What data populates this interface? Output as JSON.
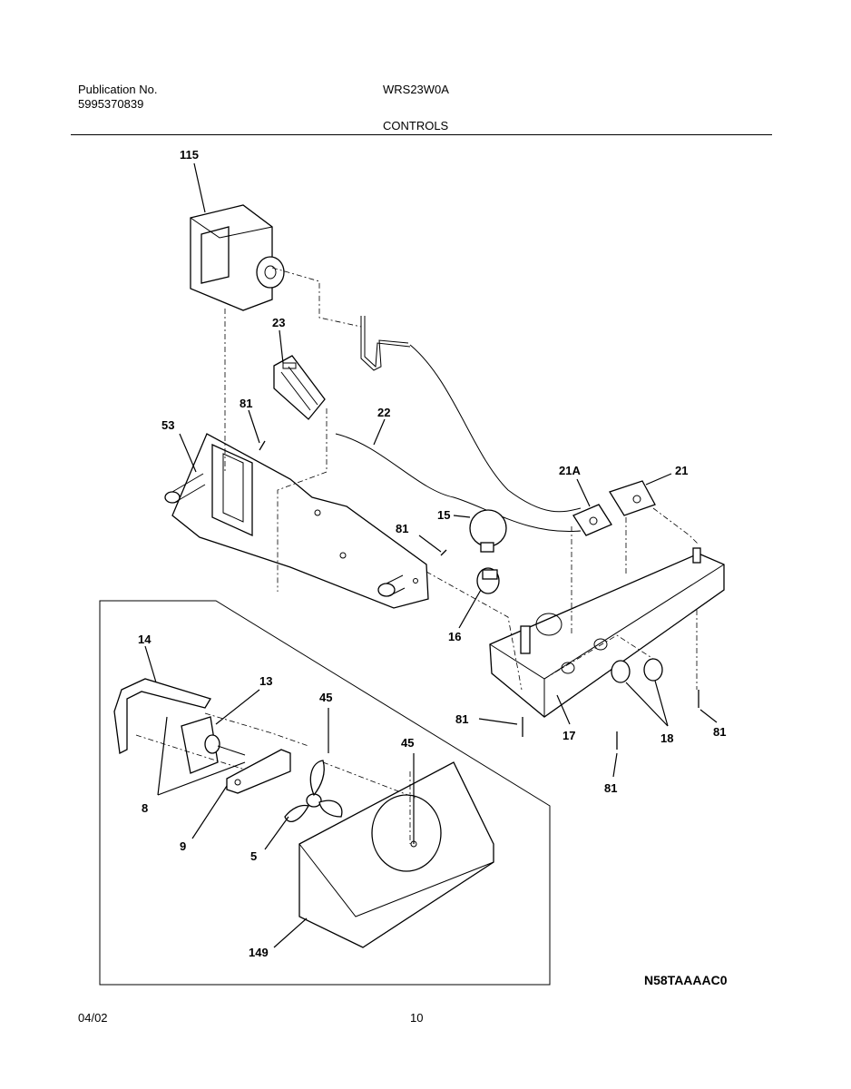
{
  "header": {
    "publication_label": "Publication No.",
    "publication_number": "5995370839",
    "model": "WRS23W0A",
    "section": "CONTROLS"
  },
  "footer": {
    "date": "04/02",
    "page": "10"
  },
  "diagram": {
    "code": "N58TAAAAC0",
    "callouts": {
      "c115": "115",
      "c23": "23",
      "c22": "22",
      "c81a": "81",
      "c53": "53",
      "c81b": "81",
      "c15": "15",
      "c21a": "21A",
      "c21": "21",
      "c16": "16",
      "c14": "14",
      "c13": "13",
      "c45a": "45",
      "c45b": "45",
      "c8": "8",
      "c9": "9",
      "c5": "5",
      "c149": "149",
      "c81c": "81",
      "c17": "17",
      "c18": "18",
      "c81d": "81",
      "c81e": "81"
    }
  }
}
